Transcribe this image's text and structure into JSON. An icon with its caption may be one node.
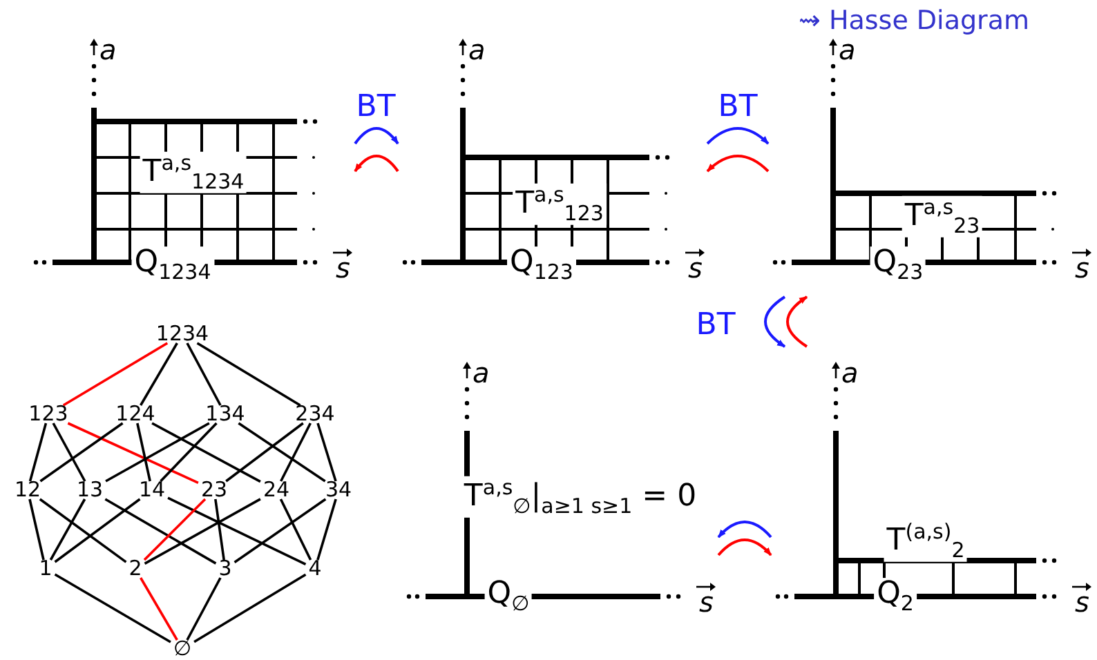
{
  "diagram": {
    "nodes": [
      {
        "text": [
          "T$^{a,s}$$_{1234}$",
          "Q$_{1234}$"
        ]
      },
      {
        "text": [
          "T$^{a,s}$$_{123}$",
          "Q$_{123}$"
        ]
      },
      {
        "text": [
          "T$^{a,s}$$_{23}$",
          "Q$_{23}$"
        ]
      },
      {
        "text": [
          "1234"
        ]
      },
      {
        "text": [
          "123"
        ]
      },
      {
        "text": [
          "124"
        ]
      },
      {
        "text": [
          "134"
        ]
      },
      {
        "text": [
          "234"
        ]
      },
      {
        "text": [
          "12"
        ]
      },
      {
        "text": [
          "13"
        ]
      },
      {
        "text": [
          "14"
        ]
      },
      {
        "text": [
          "23"
        ]
      },
      {
        "text": [
          "24"
        ]
      },
      {
        "text": [
          "34"
        ]
      },
      {
        "text": [
          "1"
        ]
      },
      {
        "text": [
          "2"
        ]
      },
      {
        "text": [
          "3"
        ]
      },
      {
        "text": [
          "4"
        ]
      },
      {
        "text": [
          "∅"
        ]
      },
      {
        "text": [
          "T$^{a,s}$$_{∅}$|$_{a≥1 s≥1}$ = 0",
          "Q$_{∅}$"
        ]
      },
      {
        "text": [
          "T$^{(a,s)}$$_{2}$",
          "Q$_{2}$"
        ]
      }
    ],
    "edges": [
      {
        "from": 3,
        "to": 4,
        "arrow": "none",
        "color": "#ff0000"
      },
      {
        "from": 3,
        "to": 5,
        "arrow": "none"
      },
      {
        "from": 3,
        "to": 6,
        "arrow": "none"
      },
      {
        "from": 3,
        "to": 7,
        "arrow": "none"
      },
      {
        "from": 4,
        "to": 8,
        "arrow": "none"
      },
      {
        "from": 4,
        "to": 9,
        "arrow": "none"
      },
      {
        "from": 4,
        "to": 11,
        "arrow": "none",
        "color": "#ff0000"
      },
      {
        "from": 5,
        "to": 8,
        "arrow": "none"
      },
      {
        "from": 5,
        "to": 10,
        "arrow": "none"
      },
      {
        "from": 5,
        "to": 12,
        "arrow": "none"
      },
      {
        "from": 6,
        "to": 9,
        "arrow": "none"
      },
      {
        "from": 6,
        "to": 10,
        "arrow": "none"
      },
      {
        "from": 6,
        "to": 13,
        "arrow": "none"
      },
      {
        "from": 7,
        "to": 11,
        "arrow": "none"
      },
      {
        "from": 7,
        "to": 12,
        "arrow": "none"
      },
      {
        "from": 7,
        "to": 13,
        "arrow": "none"
      },
      {
        "from": 8,
        "to": 14,
        "arrow": "none"
      },
      {
        "from": 8,
        "to": 15,
        "arrow": "none"
      },
      {
        "from": 9,
        "to": 14,
        "arrow": "none"
      },
      {
        "from": 9,
        "to": 16,
        "arrow": "none"
      },
      {
        "from": 10,
        "to": 14,
        "arrow": "none"
      },
      {
        "from": 10,
        "to": 17,
        "arrow": "none"
      },
      {
        "from": 11,
        "to": 15,
        "arrow": "none",
        "color": "#ff0000"
      },
      {
        "from": 11,
        "to": 16,
        "arrow": "none"
      },
      {
        "from": 12,
        "to": 15,
        "arrow": "none"
      },
      {
        "from": 12,
        "to": 17,
        "arrow": "none"
      },
      {
        "from": 13,
        "to": 16,
        "arrow": "none"
      },
      {
        "from": 13,
        "to": 17,
        "arrow": "none"
      },
      {
        "from": 14,
        "to": 18,
        "arrow": "none"
      },
      {
        "from": 15,
        "to": 18,
        "arrow": "none",
        "color": "#ff0000"
      },
      {
        "from": 16,
        "to": 18,
        "arrow": "none"
      },
      {
        "from": 17,
        "to": 18,
        "arrow": "none"
      },
      {
        "from": 0,
        "to": 1,
        "arrow": "to",
        "label": "BT",
        "color": "#1a1aff"
      },
      {
        "from": 1,
        "to": 0,
        "arrow": "to",
        "color": "#ff0000"
      },
      {
        "from": 1,
        "to": 2,
        "arrow": "to",
        "label": "BT",
        "color": "#1a1aff"
      },
      {
        "from": 2,
        "to": 1,
        "arrow": "to",
        "color": "#ff0000"
      },
      {
        "from": 2,
        "to": 20,
        "arrow": "to",
        "label": "BT",
        "color": "#1a1aff"
      },
      {
        "from": 20,
        "to": 2,
        "arrow": "to",
        "color": "#ff0000"
      },
      {
        "from": 20,
        "to": 19,
        "arrow": "to",
        "color": "#1a1aff"
      },
      {
        "from": 19,
        "to": 20,
        "arrow": "to",
        "color": "#ff0000"
      }
    ],
    "labels": [
      "⇝ Hasse Diagram",
      "a",
      "s",
      "a",
      "s",
      "a",
      "s",
      "a",
      "s",
      "a",
      "s"
    ]
  }
}
